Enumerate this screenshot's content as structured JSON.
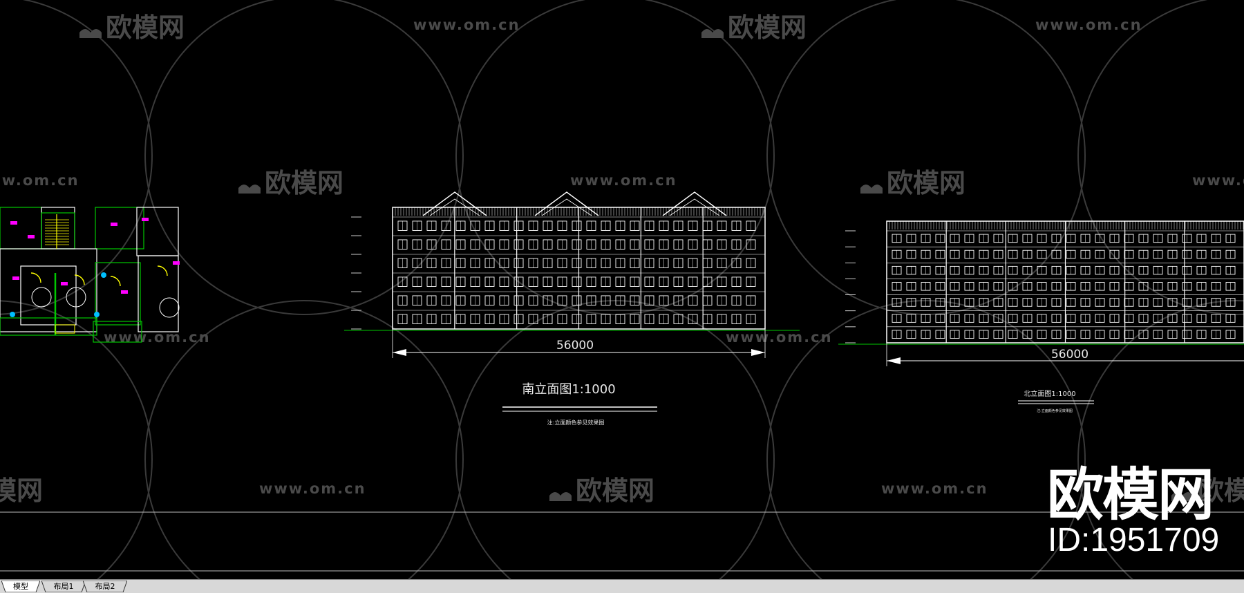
{
  "watermark": {
    "brand_text": "欧模网",
    "url_text": "www.om.cn",
    "big_brand": "欧模网",
    "id_text": "ID:1951709"
  },
  "drawing": {
    "south_elevation": {
      "dimension": "56000",
      "title": "南立面图1:1000",
      "note": "注:立面颜色参见效果图"
    },
    "north_elevation": {
      "dimension": "56000",
      "title": "北立面图1:1000",
      "note": "注:立面颜色参见效果图"
    }
  },
  "tabs": [
    {
      "label": "模型",
      "active": true
    },
    {
      "label": "布局1",
      "active": false
    },
    {
      "label": "布局2",
      "active": false
    }
  ],
  "colors": {
    "background": "#000000",
    "watermark": "#4a4a4a",
    "line_white": "#ffffff",
    "plan_green": "#00c800",
    "plan_magenta": "#ff00ff",
    "plan_yellow": "#ffff00",
    "plan_cyan": "#00bfff"
  }
}
